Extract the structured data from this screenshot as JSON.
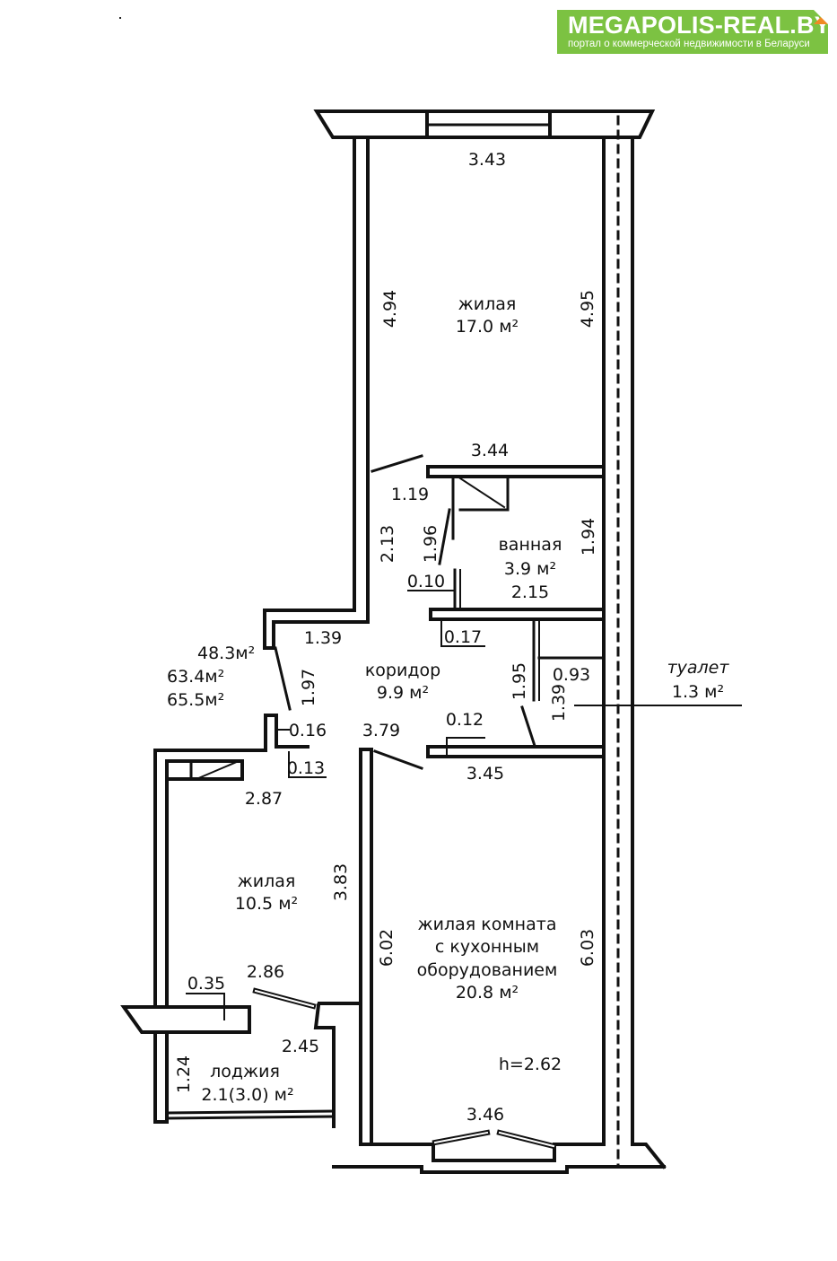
{
  "logo": {
    "title": "MEGAPOLIS-REAL.BY",
    "subtitle": "портал о коммерческой недвижимости в Беларуси",
    "colors": {
      "background": "#7cc242",
      "corner": "#f08a24",
      "text": "#ffffff"
    }
  },
  "rooms": {
    "living_top": {
      "name": "жилая",
      "area": "17.0 м²"
    },
    "bathroom": {
      "name": "ванная",
      "area": "3.9 м²"
    },
    "corridor": {
      "name": "коридор",
      "area": "9.9 м²"
    },
    "toilet": {
      "name": "туалет",
      "area": "1.3 м²"
    },
    "living_left": {
      "name": "жилая",
      "area": "10.5 м²"
    },
    "kitchen_living": {
      "name_line1": "жилая комната",
      "name_line2": "с кухонным",
      "name_line3": "оборудованием",
      "area": "20.8 м²"
    },
    "loggia": {
      "name": "лоджия",
      "area": "2.1(3.0) м²"
    }
  },
  "totals": {
    "living_area": "48.3м²",
    "total_area": "63.4м²",
    "total_with_loggia": "65.5м²"
  },
  "ceiling_height": "h=2.62",
  "dimensions": {
    "top_room_width": "3.43",
    "top_room_left": "4.94",
    "top_room_right": "4.95",
    "top_room_bottom": "3.44",
    "d_1_19": "1.19",
    "d_2_13": "2.13",
    "d_1_96": "1.96",
    "d_0_10": "0.10",
    "bath_right": "1.94",
    "bath_width": "2.15",
    "d_0_17": "0.17",
    "d_1_39_a": "1.39",
    "d_1_97": "1.97",
    "d_0_16": "0.16",
    "d_0_13": "0.13",
    "d_3_79": "3.79",
    "d_0_12": "0.12",
    "d_1_95": "1.95",
    "toilet_width": "0.93",
    "toilet_len": "1.39",
    "d_3_45": "3.45",
    "left_room_top": "2.87",
    "left_room_right": "3.83",
    "left_room_bottom": "2.86",
    "d_0_35": "0.35",
    "d_2_45": "2.45",
    "loggia_side": "1.24",
    "kitchen_left": "6.02",
    "kitchen_right": "6.03",
    "kitchen_bottom": "3.46"
  }
}
